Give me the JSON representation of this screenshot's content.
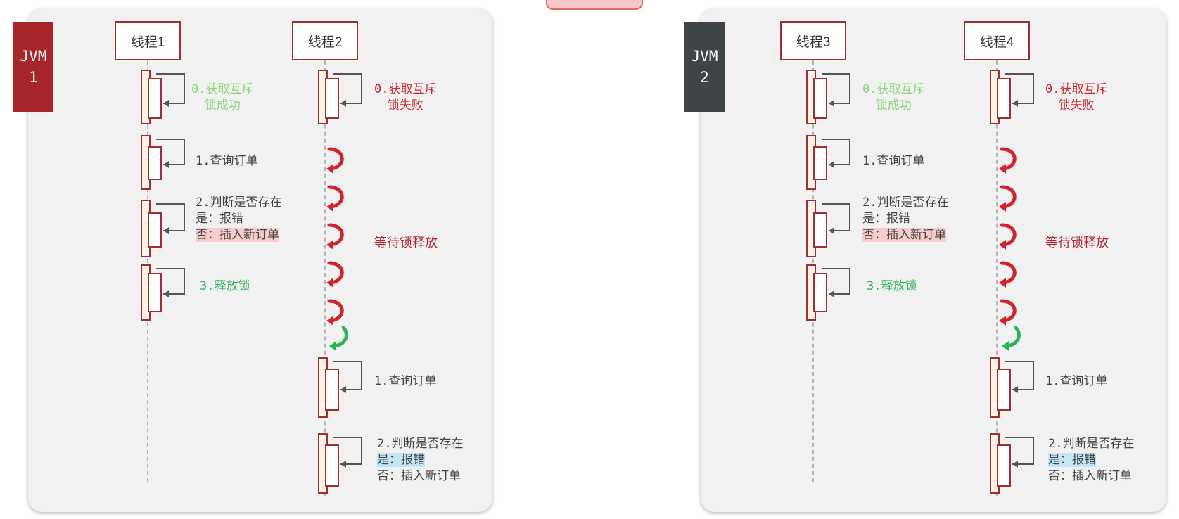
{
  "jvms": [
    {
      "label": "JVM\n1",
      "color": "#a6262a",
      "threads": [
        {
          "name": "线程1",
          "steps": [
            "0.获取互斥\n锁成功",
            "1.查询订单",
            "2.判断是否存在",
            "是：报错",
            "否：插入新订单",
            "3.释放锁"
          ]
        },
        {
          "name": "线程2",
          "steps": [
            "0.获取互斥\n锁失败",
            "等待锁释放",
            "1.查询订单",
            "2.判断是否存在",
            "是：报错",
            "否：插入新订单"
          ]
        }
      ]
    },
    {
      "label": "JVM\n2",
      "color": "#3f4546",
      "threads": [
        {
          "name": "线程3",
          "steps": [
            "0.获取互斥\n锁成功",
            "1.查询订单",
            "2.判断是否存在",
            "是：报错",
            "否：插入新订单",
            "3.释放锁"
          ]
        },
        {
          "name": "线程4",
          "steps": [
            "0.获取互斥\n锁失败",
            "等待锁释放",
            "1.查询订单",
            "2.判断是否存在",
            "是：报错",
            "否：插入新订单"
          ]
        }
      ]
    }
  ],
  "colors": {
    "frame": "#a03030",
    "wait_arrow": "#d0242a",
    "resume_arrow": "#2eb25a",
    "success_text": "#8fd37a",
    "fail_text": "#d0242a",
    "release_text": "#2eb25a"
  }
}
